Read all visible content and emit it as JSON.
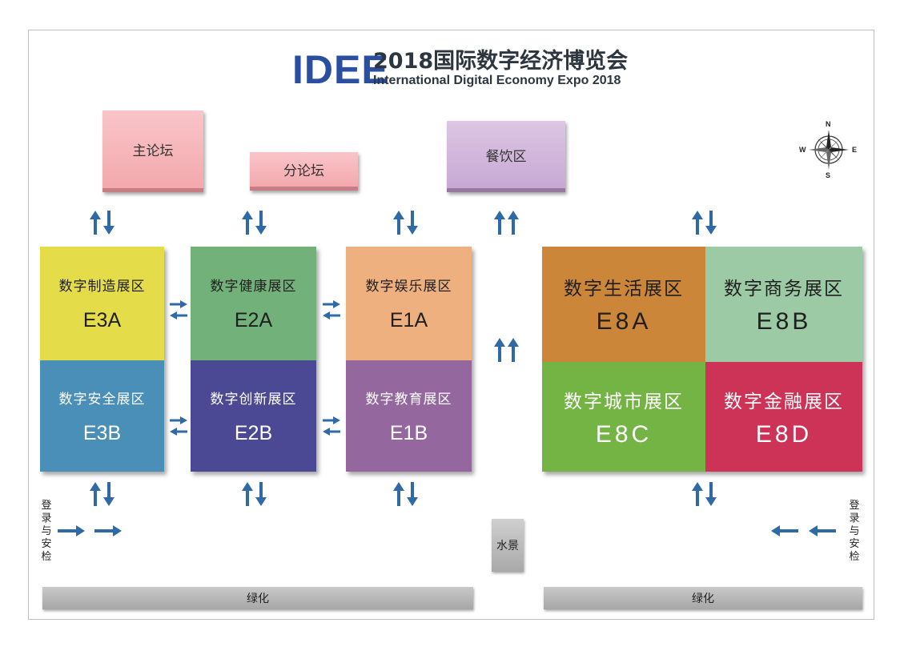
{
  "header": {
    "logo": "IDEE",
    "title_cn": "2018国际数字经济博览会",
    "title_en": "International Digital Economy Expo  2018"
  },
  "compass": {
    "n": "N",
    "s": "S",
    "e": "E",
    "w": "W"
  },
  "venues": {
    "main_forum": "主论坛",
    "sub_forum": "分论坛",
    "dining": "餐饮区"
  },
  "halls": {
    "e3a": {
      "name": "数字制造展区",
      "code": "E3A",
      "color": "#e5dc4a"
    },
    "e3b": {
      "name": "数字安全展区",
      "code": "E3B",
      "color": "#4a8fb8"
    },
    "e2a": {
      "name": "数字健康展区",
      "code": "E2A",
      "color": "#73b17a"
    },
    "e2b": {
      "name": "数字创新展区",
      "code": "E2B",
      "color": "#4b4993"
    },
    "e1a": {
      "name": "数字娱乐展区",
      "code": "E1A",
      "color": "#eeb07f"
    },
    "e1b": {
      "name": "数字教育展区",
      "code": "E1B",
      "color": "#94679f"
    },
    "e8a": {
      "name": "数字生活展区",
      "code": "E8A",
      "color": "#cc8639"
    },
    "e8b": {
      "name": "数字商务展区",
      "code": "E8B",
      "color": "#9ccaa5"
    },
    "e8c": {
      "name": "数字城市展区",
      "code": "E8C",
      "color": "#74b445"
    },
    "e8d": {
      "name": "数字金融展区",
      "code": "E8D",
      "color": "#cc3357"
    }
  },
  "entrance_left": "登录与安检",
  "entrance_right": "登录与安检",
  "water_feature": "水景",
  "greenery_left": "绿化",
  "greenery_right": "绿化",
  "arrow_color": "#2f6aa6"
}
